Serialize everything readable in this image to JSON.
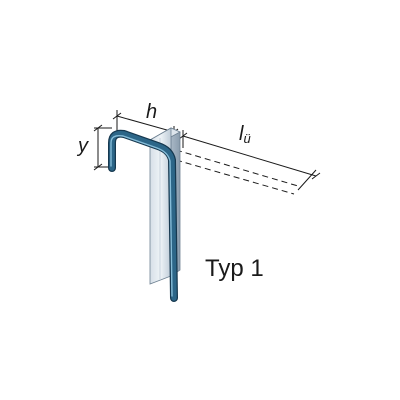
{
  "labels": {
    "h": "h",
    "y": "y",
    "l_main": "l",
    "l_sub": "ü",
    "type": "Typ 1"
  },
  "colors": {
    "rod_dark": "#16384f",
    "rod_mid": "#2a6585",
    "rod_light": "#7fb6d2",
    "plate_light": "#e4ebf1",
    "plate_mid": "#b9c7d3",
    "plate_dark": "#8b9dad",
    "line": "#1a1a1a"
  }
}
